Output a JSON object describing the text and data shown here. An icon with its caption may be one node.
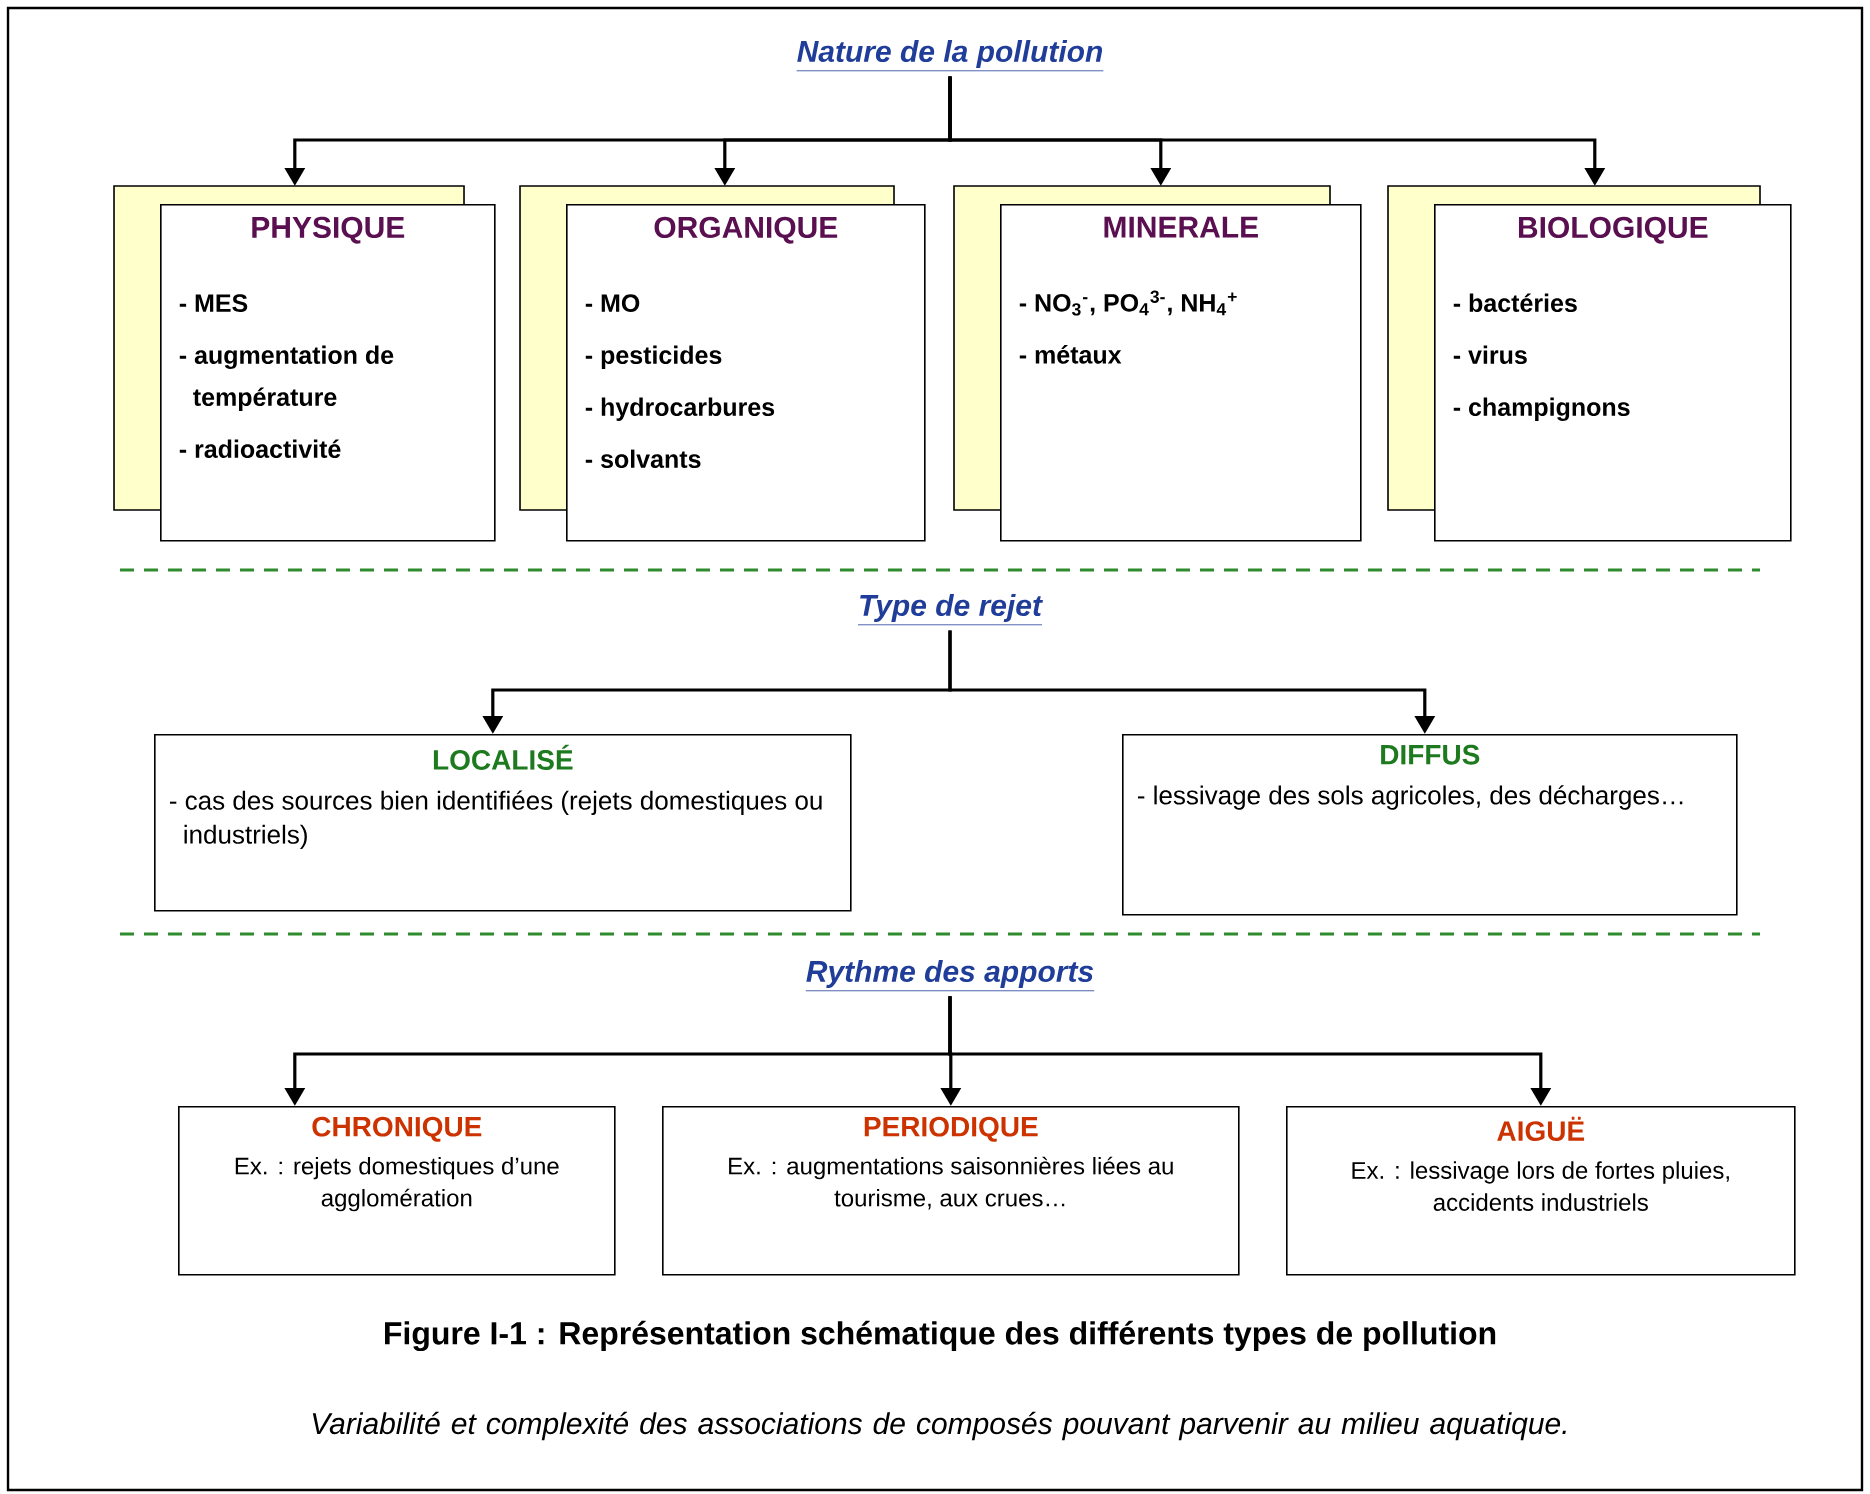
{
  "diagram": {
    "caption": "Figure I-1 : Représentation schématique des différents types de pollution",
    "nodes": [
      {
        "text": [
          "Nature de la pollution"
        ]
      },
      {
        "text": [
          "PHYSIQUE",
          "- MES",
          "- augmentation de température",
          "- radioactivité"
        ]
      },
      {
        "text": [
          "ORGANIQUE",
          "- MO",
          "- pesticides",
          "- hydrocarbures",
          "- solvants"
        ]
      },
      {
        "text": [
          "MINERALE",
          "- NO$_{3}$$^{-}$, PO$_{4}$$^{3-}$, NH$_{4}$$^{+}$",
          "- métaux"
        ]
      },
      {
        "text": [
          "BIOLOGIQUE",
          "- bactéries",
          "- virus",
          "- champignons"
        ]
      },
      {
        "text": [
          "Type de rejet"
        ]
      },
      {
        "text": [
          "LOCALISÉ",
          "- cas des sources bien identifiées (rejets domestiques ou industriels)"
        ]
      },
      {
        "text": [
          "DIFFUS",
          "- lessivage des sols agricoles, des décharges…"
        ]
      },
      {
        "text": [
          "Rythme des apports"
        ]
      },
      {
        "text": [
          "CHRONIQUE",
          "Ex. : rejets domestiques d’une agglomération"
        ]
      },
      {
        "text": [
          "PERIODIQUE",
          "Ex. : augmentations saisonnières liées au tourisme, aux crues…"
        ]
      },
      {
        "text": [
          "AIGUË",
          "Ex. : lessivage lors de fortes pluies, accidents industriels"
        ]
      }
    ],
    "edges": [
      {
        "from": 0,
        "to": 1,
        "arrow": "to"
      },
      {
        "from": 0,
        "to": 2,
        "arrow": "to"
      },
      {
        "from": 0,
        "to": 3,
        "arrow": "to"
      },
      {
        "from": 0,
        "to": 4,
        "arrow": "to"
      },
      {
        "from": 5,
        "to": 6,
        "arrow": "to"
      },
      {
        "from": 5,
        "to": 7,
        "arrow": "to"
      },
      {
        "from": 8,
        "to": 9,
        "arrow": "to"
      },
      {
        "from": 8,
        "to": 10,
        "arrow": "to"
      },
      {
        "from": 8,
        "to": 11,
        "arrow": "to"
      }
    ],
    "labels": [
      "Variabilité et complexité des associations de composés pouvant parvenir au milieu aquatique."
    ]
  }
}
